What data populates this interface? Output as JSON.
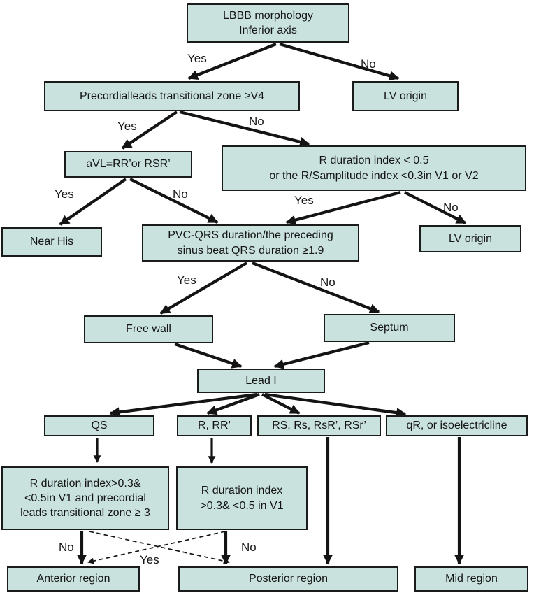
{
  "colors": {
    "background": "#ffffff",
    "box_fill": "#c9e2de",
    "box_border": "#1b1b1b",
    "arrow": "#141414"
  },
  "diagram": {
    "type": "flowchart",
    "nodes": {
      "lbbb": {
        "lines": [
          "LBBB morphology",
          "Inferior axis"
        ]
      },
      "precordial_tz": {
        "lines": [
          "Precordialleads transitional zone ≥V4"
        ]
      },
      "lv_origin_1": {
        "lines": [
          "LV origin"
        ]
      },
      "avl_morphology": {
        "lines": [
          "aVL=RR’or RSR’"
        ]
      },
      "r_duration_index": {
        "lines": [
          "R duration index < 0.5",
          "or the R/Samplitude index <0.3in V1 or V2"
        ]
      },
      "near_his": {
        "lines": [
          "Near His"
        ]
      },
      "pvc_qrs_ratio": {
        "lines": [
          "PVC-QRS duration/the preceding",
          "sinus beat QRS duration ≥1.9"
        ]
      },
      "lv_origin_2": {
        "lines": [
          "LV origin"
        ]
      },
      "free_wall": {
        "lines": [
          "Free wall"
        ]
      },
      "septum": {
        "lines": [
          "Septum"
        ]
      },
      "lead_i": {
        "lines": [
          "Lead I"
        ]
      },
      "qs": {
        "lines": [
          "QS"
        ]
      },
      "r_rr": {
        "lines": [
          "R, RR’"
        ]
      },
      "rs_group": {
        "lines": [
          "RS, Rs, RsR’, RSr’"
        ]
      },
      "qr_isoelectric": {
        "lines": [
          "qR, or isoelectricline"
        ]
      },
      "r_index_precordial": {
        "lines": [
          "R duration index>0.3&",
          "<0.5in V1 and precordial",
          "leads transitional zone ≥ 3"
        ]
      },
      "r_index_v1": {
        "lines": [
          "R duration index",
          ">0.3& <0.5 in V1"
        ]
      },
      "anterior_region": {
        "lines": [
          "Anterior region"
        ]
      },
      "posterior_region": {
        "lines": [
          "Posterior region"
        ]
      },
      "mid_region": {
        "lines": [
          "Mid region"
        ]
      }
    },
    "edge_labels": {
      "root_yes": "Yes",
      "root_no": "No",
      "tz_yes": "Yes",
      "tz_no": "No",
      "avl_yes": "Yes",
      "avl_no": "No",
      "rdi_yes": "Yes",
      "rdi_no": "No",
      "ratio_yes": "Yes",
      "ratio_no": "No",
      "ant_no": "No",
      "post_no": "No",
      "cross_yes": "Yes"
    },
    "edges": [
      {
        "from": "lbbb",
        "to": "precordial_tz",
        "label": "Yes",
        "style": "solid"
      },
      {
        "from": "lbbb",
        "to": "lv_origin_1",
        "label": "No",
        "style": "solid"
      },
      {
        "from": "precordial_tz",
        "to": "avl_morphology",
        "label": "Yes",
        "style": "solid"
      },
      {
        "from": "precordial_tz",
        "to": "r_duration_index",
        "label": "No",
        "style": "solid"
      },
      {
        "from": "avl_morphology",
        "to": "near_his",
        "label": "Yes",
        "style": "solid"
      },
      {
        "from": "avl_morphology",
        "to": "pvc_qrs_ratio",
        "label": "No",
        "style": "solid"
      },
      {
        "from": "r_duration_index",
        "to": "pvc_qrs_ratio",
        "label": "Yes",
        "style": "solid"
      },
      {
        "from": "r_duration_index",
        "to": "lv_origin_2",
        "label": "No",
        "style": "solid"
      },
      {
        "from": "pvc_qrs_ratio",
        "to": "free_wall",
        "label": "Yes",
        "style": "solid"
      },
      {
        "from": "pvc_qrs_ratio",
        "to": "septum",
        "label": "No",
        "style": "solid"
      },
      {
        "from": "free_wall",
        "to": "lead_i",
        "label": "",
        "style": "solid"
      },
      {
        "from": "septum",
        "to": "lead_i",
        "label": "",
        "style": "solid"
      },
      {
        "from": "lead_i",
        "to": "qs",
        "label": "",
        "style": "solid"
      },
      {
        "from": "lead_i",
        "to": "r_rr",
        "label": "",
        "style": "solid"
      },
      {
        "from": "lead_i",
        "to": "rs_group",
        "label": "",
        "style": "solid"
      },
      {
        "from": "lead_i",
        "to": "qr_isoelectric",
        "label": "",
        "style": "solid"
      },
      {
        "from": "qs",
        "to": "r_index_precordial",
        "label": "",
        "style": "solid"
      },
      {
        "from": "r_rr",
        "to": "r_index_v1",
        "label": "",
        "style": "solid"
      },
      {
        "from": "rs_group",
        "to": "posterior_region",
        "label": "",
        "style": "solid"
      },
      {
        "from": "qr_isoelectric",
        "to": "mid_region",
        "label": "",
        "style": "solid"
      },
      {
        "from": "r_index_precordial",
        "to": "anterior_region",
        "label": "No",
        "style": "solid"
      },
      {
        "from": "r_index_precordial",
        "to": "posterior_region",
        "label": "Yes",
        "style": "dashed"
      },
      {
        "from": "r_index_v1",
        "to": "posterior_region",
        "label": "No",
        "style": "solid"
      },
      {
        "from": "r_index_v1",
        "to": "anterior_region",
        "label": "Yes",
        "style": "dashed"
      }
    ]
  }
}
